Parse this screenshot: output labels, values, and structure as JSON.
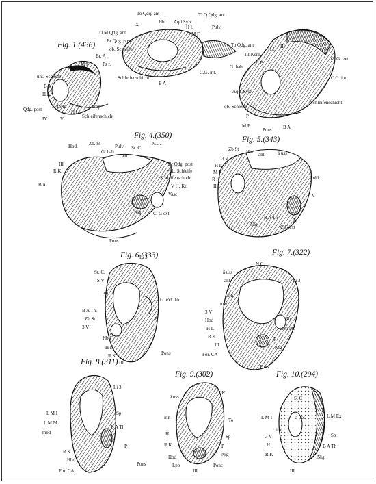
{
  "figures": [
    {
      "title": "Fig. 1.(436)",
      "labels": [
        "Br. A",
        "M F",
        "unt. Schleife",
        "B A",
        "H A",
        "Qdg. post",
        "S. form",
        "IV",
        "V",
        "H L",
        "Trap",
        "Schleifenschicht"
      ]
    },
    {
      "title": "",
      "labels": [
        "To Qdq. ant",
        "X",
        "Hbl",
        "Aqd.Sylv",
        "H L",
        "M F",
        "Tl.Q.Qdg. ant",
        "Pulv.",
        "Tl.M.Qdg. ant",
        "Br Qdg. post",
        "ob. Schleife",
        "Ps r.",
        "To Qdg. ant",
        "C.G. int.",
        "Schleifenschicht",
        "B A"
      ]
    },
    {
      "title": "",
      "labels": [
        "III",
        "III Kern",
        "H L",
        "G. hab.",
        "C.P",
        "Aqd. Sylv",
        "ob. Schleife",
        "P",
        "M F",
        "Pons",
        "B A",
        "C. G. ext.",
        "C.G. int",
        "Schleifenschicht"
      ]
    },
    {
      "title": "Fig. 4.(350)",
      "labels": [
        "Hbd.",
        "Zb. St",
        "G. hab.",
        "Pulv",
        "St. C.",
        "N.C.",
        "ant",
        "R K",
        "III",
        "B A",
        "Br Qdg. post",
        "+ob. Schleife",
        "V H. Kr.",
        "Schleifenschicht",
        "Vasc",
        "P",
        "Nig",
        "C. G ext",
        "Pons"
      ]
    },
    {
      "title": "Fig. 5.(343)",
      "labels": [
        "Zb St",
        "Hbd",
        "ant",
        "3 V",
        "H L",
        "M F",
        "R K",
        "III",
        "ä uss",
        "méd",
        "V",
        "B A Th",
        "Nig",
        "To",
        "C.G ext"
      ]
    },
    {
      "title": "Fig. 6.(333)",
      "labels": [
        "Li 3",
        "St. C.",
        "S V",
        "ant",
        "B A Th.",
        "Zb St",
        "3 V",
        "C. G. ext. To",
        "P",
        "Hbd",
        "H L",
        "R K",
        "III",
        "Pons"
      ]
    },
    {
      "title": "Fig. 7.(322)",
      "labels": [
        "N.C.",
        "ä uss",
        "ant",
        "Li 3",
        "inn",
        "med",
        "3 V",
        "Hbd",
        "H L",
        "R K",
        "III",
        "For. CA",
        "Zon inc",
        "To",
        "P",
        "Nig",
        "Pons"
      ]
    },
    {
      "title": "Fig. 8.(311)",
      "labels": [
        "Li 3",
        "L M I",
        "L M M",
        "med",
        "Sp",
        "B A Th",
        "R K",
        "Hbd",
        "For. CA",
        "P",
        "Pons"
      ]
    },
    {
      "title": "Fig. 9.(302)",
      "labels": [
        "C R",
        "ä uss",
        "J K",
        "inn",
        "H",
        "R K",
        "Hbd",
        "Lpp",
        "To",
        "Sp",
        "P",
        "Nig",
        "III",
        "Pons"
      ]
    },
    {
      "title": "Fig. 10.(294)",
      "labels": [
        "St C",
        "L M I",
        "ä uss",
        "L M Ex",
        "inn",
        "3 V",
        "H",
        "R K",
        "Sp",
        "B A Th",
        "Nig",
        "III"
      ]
    }
  ]
}
